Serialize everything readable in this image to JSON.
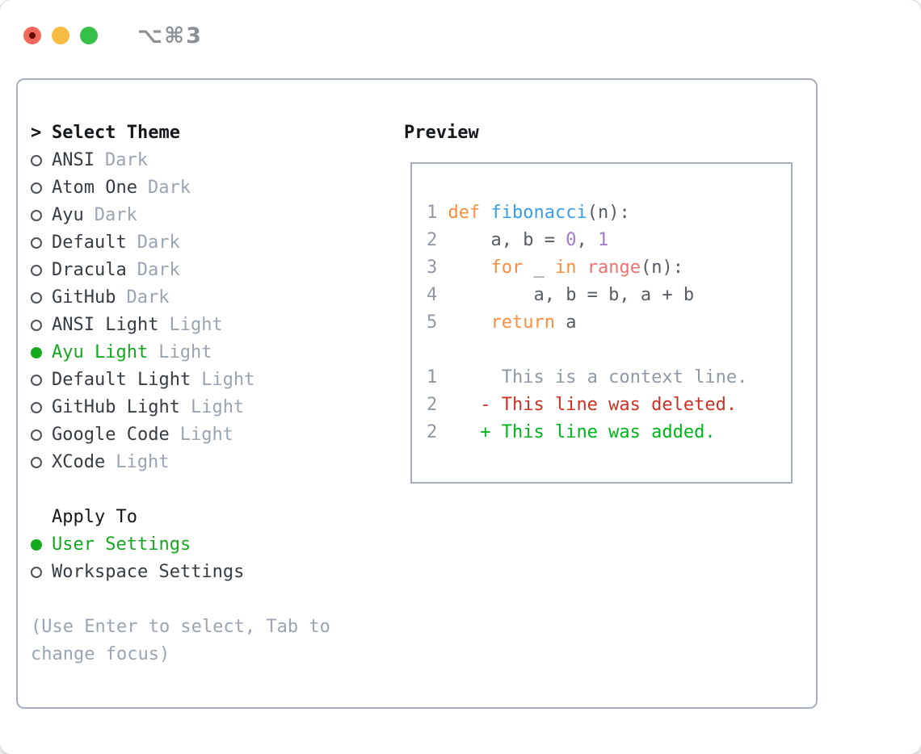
{
  "window": {
    "shortcut": "⌥⌘3"
  },
  "colors": {
    "accent_green": "#14a81f",
    "diff_added": "#00b41b",
    "diff_deleted": "#cb3226",
    "keyword_orange": "#fa8d3e",
    "function_blue": "#399ee6",
    "number_purple": "#a37acc",
    "builtin_coral": "#f07171",
    "code_text": "#565c64",
    "muted_gray": "#9aa4b2",
    "line_number_gray": "#8f99a3",
    "label_dark": "#363c44",
    "title_black": "#14171b",
    "panel_border": "#a6aebc",
    "radio_outline": "#4c535b",
    "close_red": "#f16a5c",
    "close_red_dot": "#610d02",
    "minimize_yellow": "#f6bb40",
    "zoom_green": "#35c04a",
    "shortcut_gray": "#8b9096"
  },
  "theme_list": {
    "prompt": ">",
    "title": "Select Theme",
    "items": [
      {
        "label": "ANSI",
        "tag": "Dark",
        "selected": false
      },
      {
        "label": "Atom One",
        "tag": "Dark",
        "selected": false
      },
      {
        "label": "Ayu",
        "tag": "Dark",
        "selected": false
      },
      {
        "label": "Default",
        "tag": "Dark",
        "selected": false
      },
      {
        "label": "Dracula",
        "tag": "Dark",
        "selected": false
      },
      {
        "label": "GitHub",
        "tag": "Dark",
        "selected": false
      },
      {
        "label": "ANSI Light",
        "tag": "Light",
        "selected": false
      },
      {
        "label": "Ayu Light",
        "tag": "Light",
        "selected": true
      },
      {
        "label": "Default Light",
        "tag": "Light",
        "selected": false
      },
      {
        "label": "GitHub Light",
        "tag": "Light",
        "selected": false
      },
      {
        "label": "Google Code",
        "tag": "Light",
        "selected": false
      },
      {
        "label": "XCode",
        "tag": "Light",
        "selected": false
      }
    ]
  },
  "apply_to": {
    "title": "Apply To",
    "options": [
      {
        "label": "User Settings",
        "selected": true
      },
      {
        "label": "Workspace Settings",
        "selected": false
      }
    ]
  },
  "hint": "(Use Enter to select, Tab to change focus)",
  "preview": {
    "title": "Preview",
    "lines": [
      [
        {
          "t": "1 ",
          "c": "num"
        },
        {
          "t": "def",
          "c": "kw"
        },
        {
          "t": " ",
          "c": "fg"
        },
        {
          "t": "fibonacci",
          "c": "fn"
        },
        {
          "t": "(n):",
          "c": "fg"
        }
      ],
      [
        {
          "t": "2 ",
          "c": "num"
        },
        {
          "t": "    a, b = ",
          "c": "fg"
        },
        {
          "t": "0",
          "c": "const"
        },
        {
          "t": ", ",
          "c": "fg"
        },
        {
          "t": "1",
          "c": "const"
        }
      ],
      [
        {
          "t": "3 ",
          "c": "num"
        },
        {
          "t": "    ",
          "c": "fg"
        },
        {
          "t": "for",
          "c": "kw"
        },
        {
          "t": " _ ",
          "c": "fg"
        },
        {
          "t": "in",
          "c": "kw"
        },
        {
          "t": " ",
          "c": "fg"
        },
        {
          "t": "range",
          "c": "builtin"
        },
        {
          "t": "(n):",
          "c": "fg"
        }
      ],
      [
        {
          "t": "4 ",
          "c": "num"
        },
        {
          "t": "        a, b = b, a + b",
          "c": "fg"
        }
      ],
      [
        {
          "t": "5 ",
          "c": "num"
        },
        {
          "t": "    ",
          "c": "fg"
        },
        {
          "t": "return",
          "c": "kw"
        },
        {
          "t": " a",
          "c": "fg"
        }
      ],
      [],
      [
        {
          "t": "1",
          "c": "num"
        },
        {
          "t": "      This is a context line.",
          "c": "ctx"
        }
      ],
      [
        {
          "t": "2",
          "c": "num"
        },
        {
          "t": "    ",
          "c": "fg"
        },
        {
          "t": "- This line was deleted.",
          "c": "del"
        }
      ],
      [
        {
          "t": "2",
          "c": "num"
        },
        {
          "t": "    ",
          "c": "fg"
        },
        {
          "t": "+ This line was added.",
          "c": "add"
        }
      ]
    ]
  }
}
